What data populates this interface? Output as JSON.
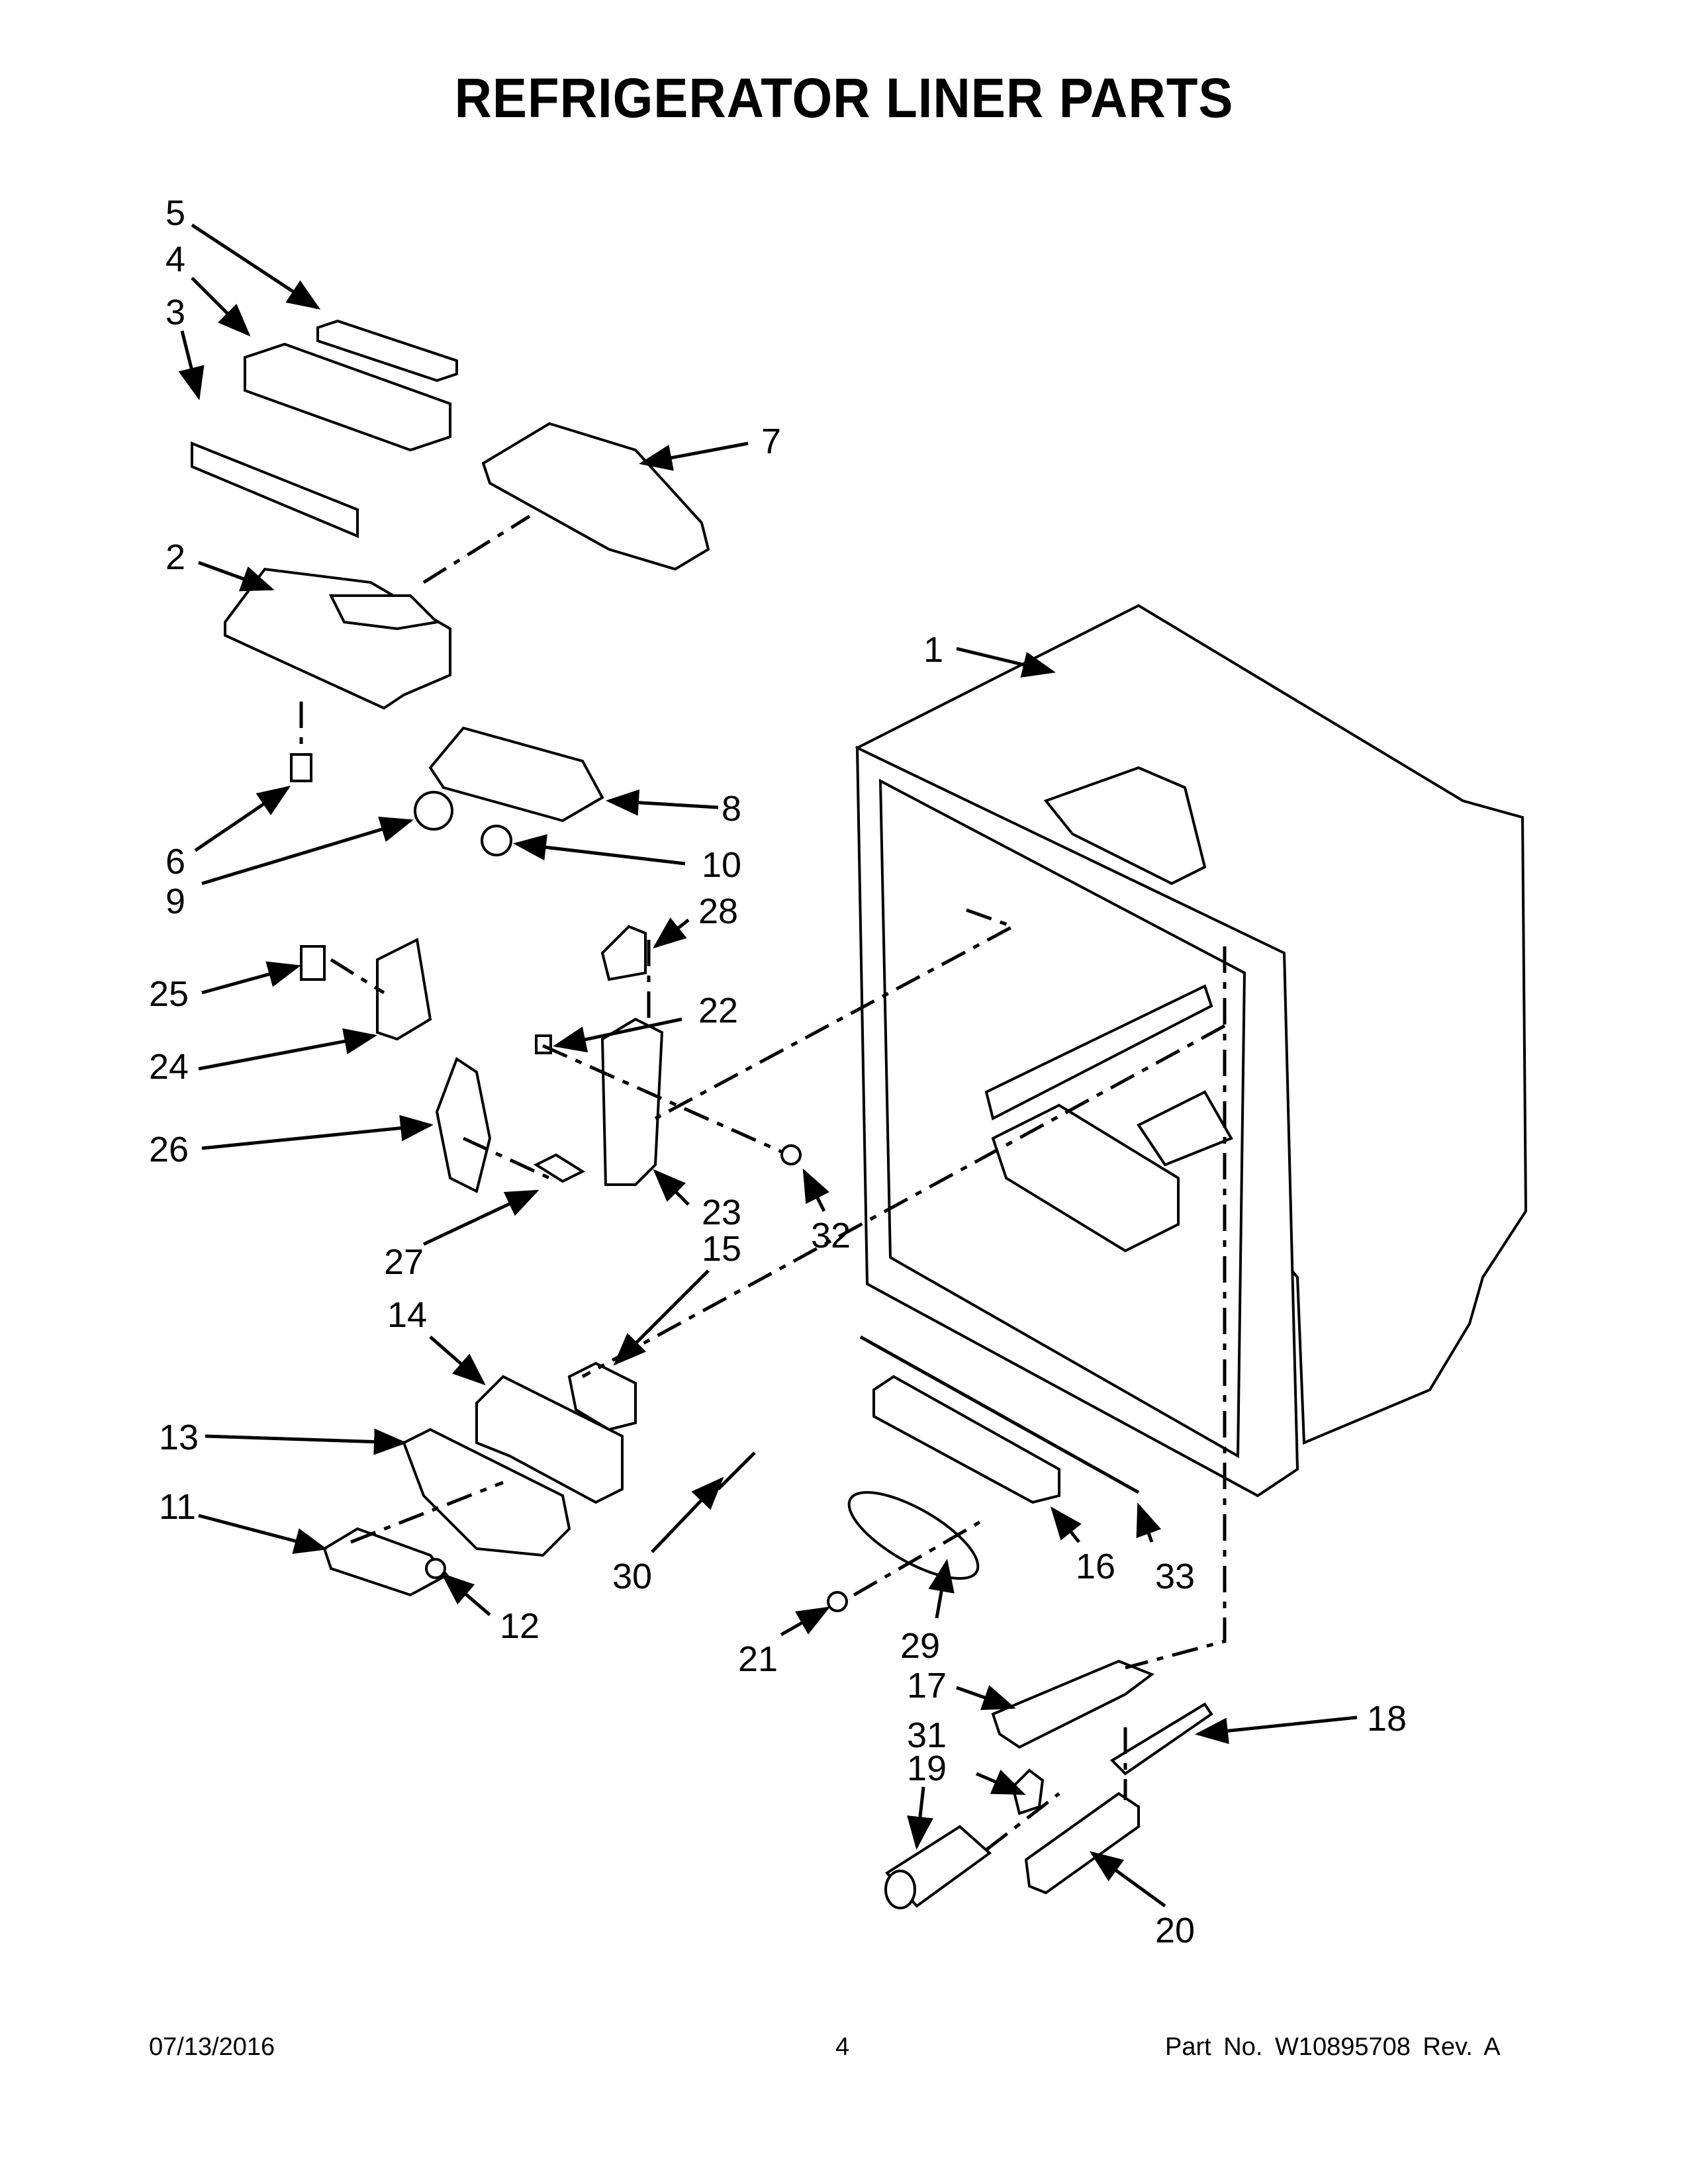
{
  "title": "REFRIGERATOR LINER PARTS",
  "callouts": [
    "1",
    "2",
    "3",
    "4",
    "5",
    "6",
    "7",
    "8",
    "9",
    "10",
    "11",
    "12",
    "13",
    "14",
    "15",
    "16",
    "17",
    "18",
    "19",
    "20",
    "21",
    "22",
    "23",
    "24",
    "25",
    "26",
    "27",
    "28",
    "29",
    "30",
    "31",
    "32",
    "33"
  ],
  "footer": {
    "date": "07/13/2016",
    "page": "4",
    "part_number": "Part No.  W10895708  Rev.  A"
  }
}
